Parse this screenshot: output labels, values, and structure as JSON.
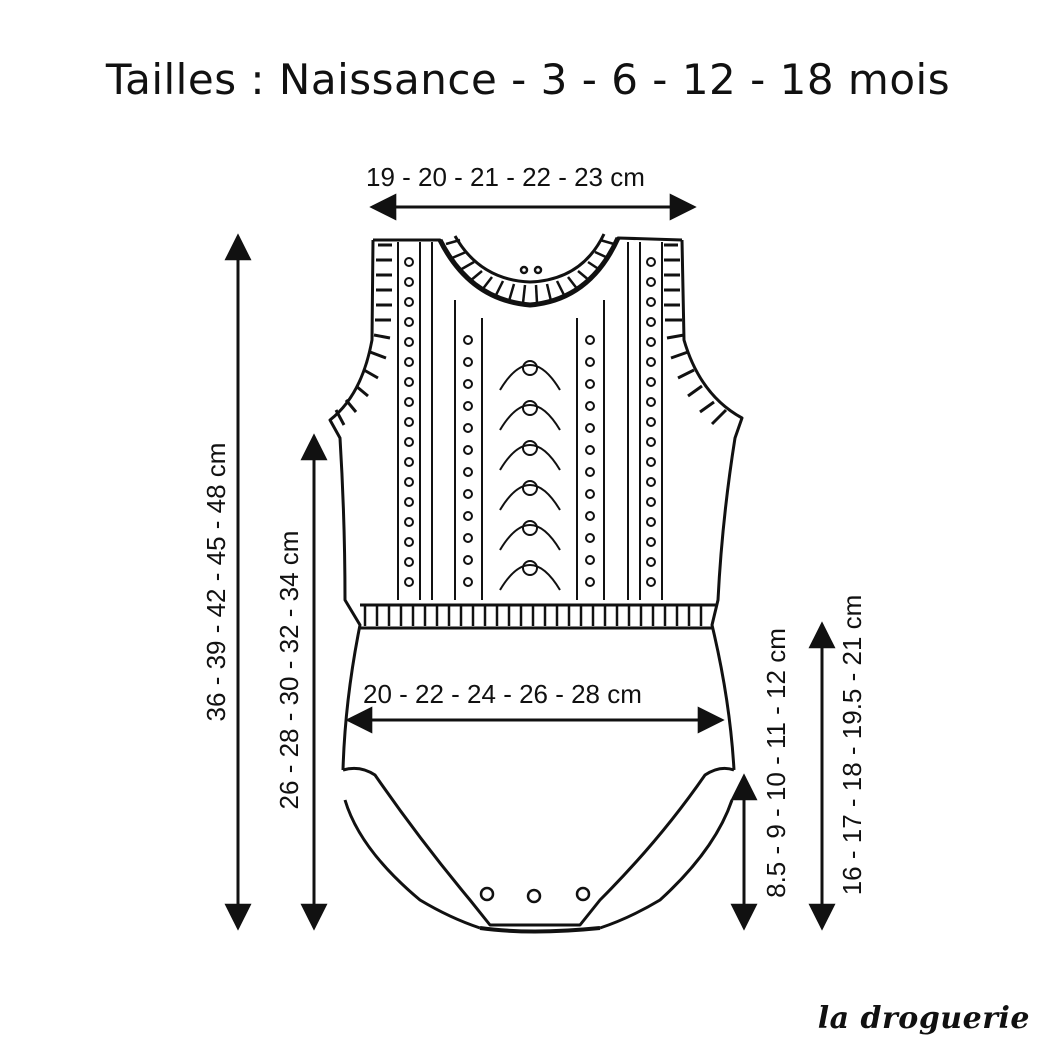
{
  "title": "Tailles : Naissance - 3 - 6 - 12 - 18 mois",
  "measurements": {
    "chest_width": "19 - 20 - 21 - 22 - 23 cm",
    "hip_width": "20 - 22 - 24 - 26 - 28 cm",
    "total_length": "36 - 39 - 42 - 45 - 48 cm",
    "body_length": "26 - 28 - 30 - 32 - 34 cm",
    "crotch_height": "8.5 - 9 - 10 - 11 - 12 cm",
    "leg_opening": "16 - 17 - 18 - 19.5 - 21 cm"
  },
  "brand": "la droguerie",
  "colors": {
    "ink": "#111111",
    "background": "#ffffff"
  }
}
